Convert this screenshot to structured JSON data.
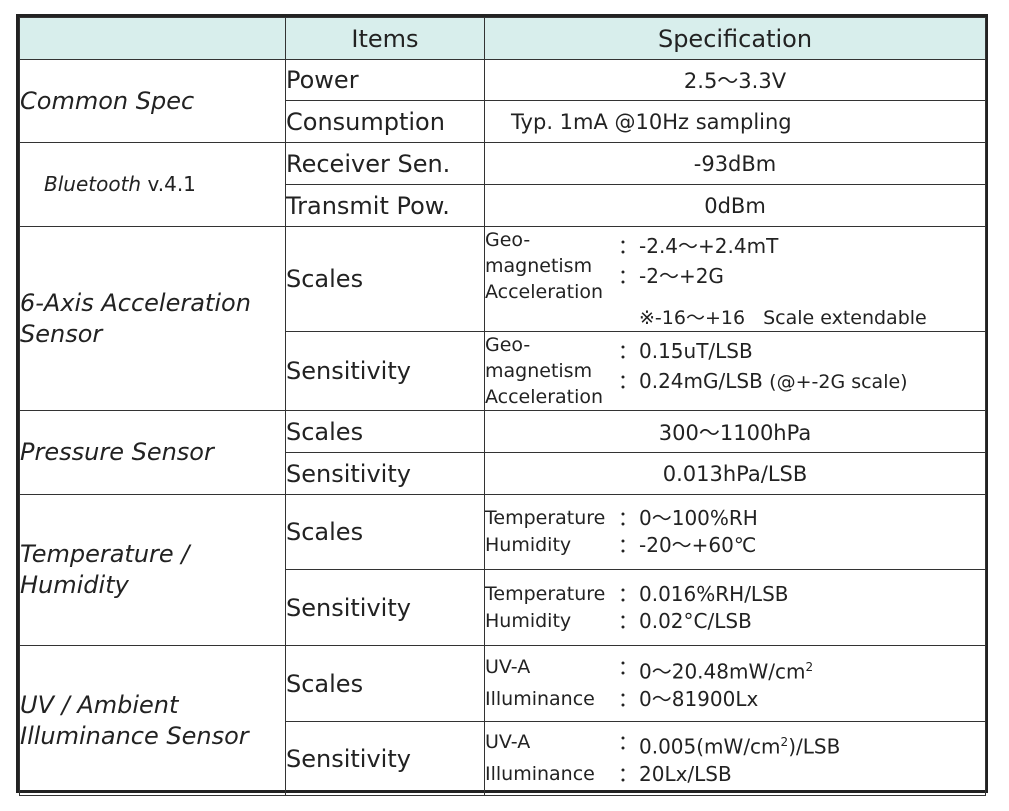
{
  "header": {
    "col_items": "Items",
    "col_spec": "Specification"
  },
  "common": {
    "category": "Common Spec",
    "power_label": "Power",
    "power_value": "2.5～3.3V",
    "consumption_label": "Consumption",
    "consumption_value": "Typ. 1mA  @10Hz sampling"
  },
  "bluetooth": {
    "category_italic": "Bluetooth",
    "category_version": " v.4.1",
    "receiver_label": "Receiver Sen.",
    "receiver_value": "-93dBm",
    "transmit_label": "Transmit Pow.",
    "transmit_value": "0dBm"
  },
  "accel": {
    "category_line1": "6-Axis Acceleration",
    "category_line2": "Sensor",
    "scales_label": "Scales",
    "sensitivity_label": "Sensitivity",
    "geo_line1": "Geo-",
    "geo_line2": "magnetism",
    "accel_label": "Acceleration",
    "scales_geo_value": "-2.4～+2.4mT",
    "scales_accel_value": "-2～+2G",
    "scales_note_range": "※-16～+16",
    "scales_note_text": "Scale extendable",
    "sens_geo_value": "0.15uT/LSB",
    "sens_accel_value": "0.24mG/LSB",
    "sens_accel_note": "(@+-2G scale)",
    "colon": "："
  },
  "pressure": {
    "category": "Pressure Sensor",
    "scales_label": "Scales",
    "scales_value": "300～1100hPa",
    "sensitivity_label": "Sensitivity",
    "sensitivity_value": "0.013hPa/LSB"
  },
  "temp": {
    "category_line1": "Temperature /",
    "category_line2": "Humidity",
    "scales_label": "Scales",
    "sensitivity_label": "Sensitivity",
    "temp_label": "Temperature",
    "hum_label": "Humidity",
    "scales_temp_value": "0～100%RH",
    "scales_hum_value": "-20～+60℃",
    "sens_temp_value": "0.016%RH/LSB",
    "sens_hum_value": "0.02°C/LSB"
  },
  "uv": {
    "category_line1": "UV / Ambient",
    "category_line2": "Illuminance Sensor",
    "scales_label": "Scales",
    "sensitivity_label": "Sensitivity",
    "uva_label": "UV-A",
    "illum_label": "Illuminance",
    "scales_uva_value": "0～20.48mW/cm",
    "scales_uva_sup": "2",
    "scales_illum_value": "0～81900Lx",
    "sens_uva_pre": "0.005(mW/cm",
    "sens_uva_sup": "2",
    "sens_uva_post": ")/LSB",
    "sens_illum_value": "20Lx/LSB"
  }
}
